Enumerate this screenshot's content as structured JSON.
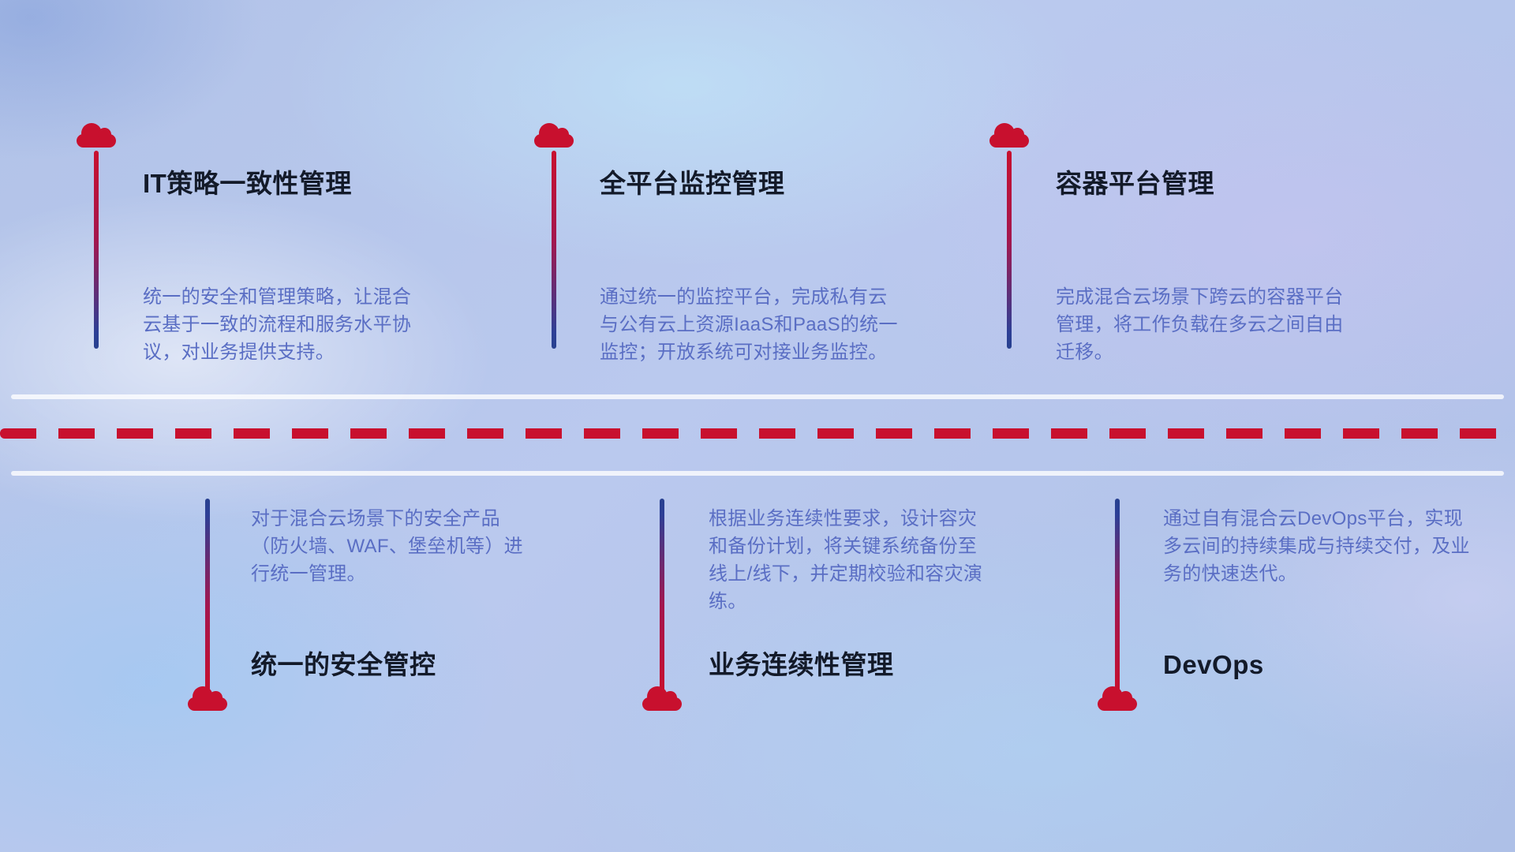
{
  "colors": {
    "accent_red": "#c8102e",
    "line_blue": "#27408f",
    "title_text": "#131a29",
    "description_text": "#5a6ec4",
    "divider_white": "#ffffff"
  },
  "items": [
    {
      "id": "it-policy",
      "title": "IT策略一致性管理",
      "description": "统一的安全和管理策略，让混合云基于一致的流程和服务水平协议，对业务提供支持。"
    },
    {
      "id": "platform-monitoring",
      "title": "全平台监控管理",
      "description": "通过统一的监控平台，完成私有云与公有云上资源IaaS和PaaS的统一监控；开放系统可对接业务监控。"
    },
    {
      "id": "container-platform",
      "title": "容器平台管理",
      "description": "完成混合云场景下跨云的容器平台管理，将工作负载在多云之间自由迁移。"
    },
    {
      "id": "unified-security",
      "title": "统一的安全管控",
      "description": "对于混合云场景下的安全产品（防火墙、WAF、堡垒机等）进行统一管理。"
    },
    {
      "id": "business-continuity",
      "title": "业务连续性管理",
      "description": "根据业务连续性要求，设计容灾和备份计划，将关键系统备份至线上/线下，并定期校验和容灾演练。"
    },
    {
      "id": "devops",
      "title": "DevOps",
      "description": "通过自有混合云DevOps平台，实现多云间的持续集成与持续交付，及业务的快速迭代。"
    }
  ]
}
